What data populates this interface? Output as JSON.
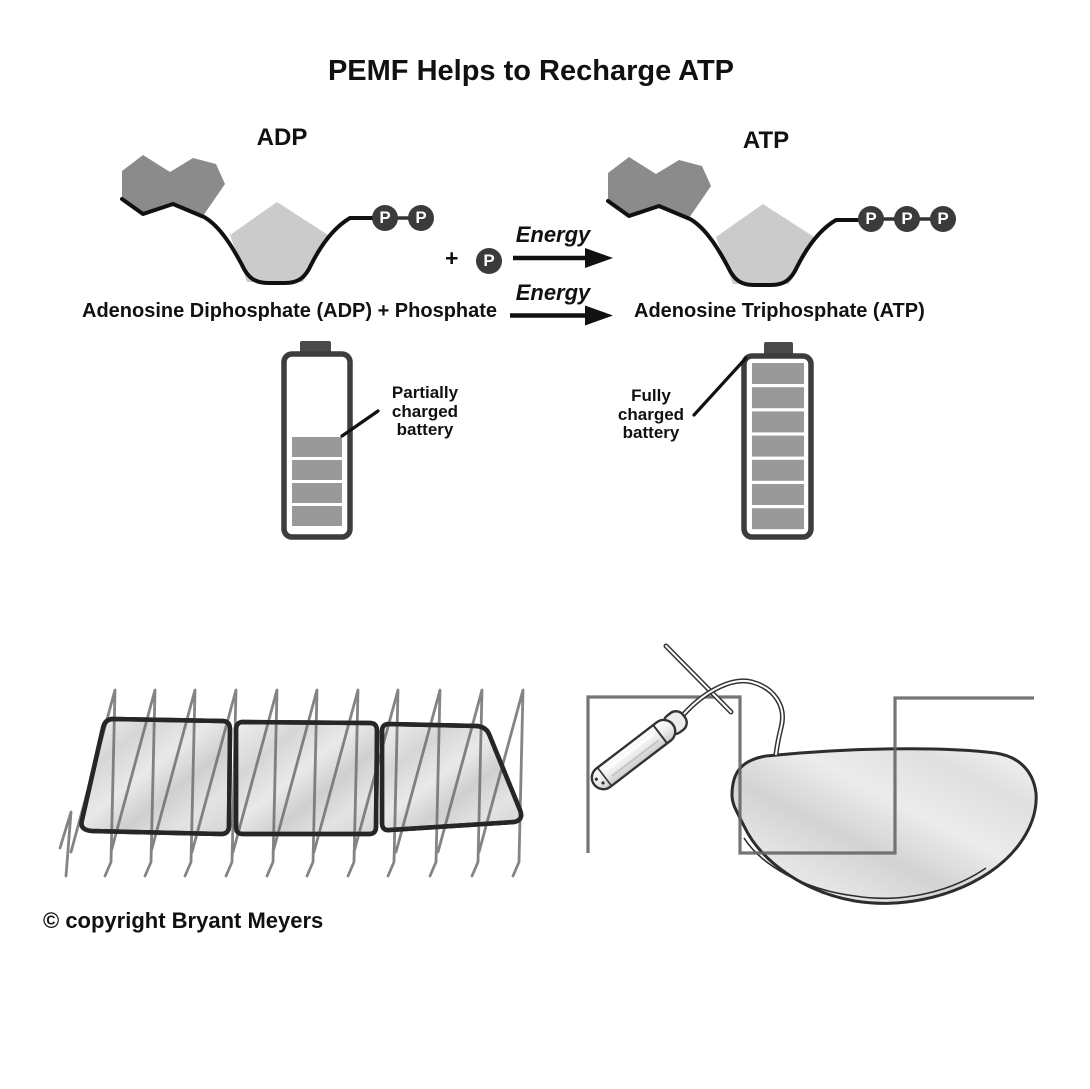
{
  "title": "PEMF Helps to Recharge ATP",
  "molecules": {
    "adp": {
      "label": "ADP",
      "phosphate_letters": [
        "P",
        "P"
      ]
    },
    "atp": {
      "label": "ATP",
      "phosphate_letters": [
        "P",
        "P",
        "P"
      ]
    },
    "free_phosphate": {
      "plus": "+",
      "letter": "P"
    }
  },
  "reaction": {
    "left_text": "Adenosine Diphosphate (ADP) + Phosphate",
    "right_text": "Adenosine Triphosphate (ATP)",
    "top_arrow_label": "Energy",
    "bottom_arrow_label": "Energy"
  },
  "batteries": {
    "partial": {
      "label": "Partially\ncharged\nbattery",
      "bars": 4
    },
    "full": {
      "label": "Fully\ncharged\nbattery",
      "bars": 7
    }
  },
  "footer": {
    "copyright": "© copyright Bryant Meyers"
  },
  "colors": {
    "background": "#ffffff",
    "text": "#111111",
    "adenine": "#8b8b8b",
    "ribose": "#cbcbcb",
    "phosphate_circle": "#3b3b3b",
    "backbone": "#111111",
    "battery_outline": "#3d3d3d",
    "battery_terminal": "#4a4a4a",
    "battery_bar": "#999999",
    "wave": "#6e6e6e",
    "square_wave": "#666666"
  }
}
